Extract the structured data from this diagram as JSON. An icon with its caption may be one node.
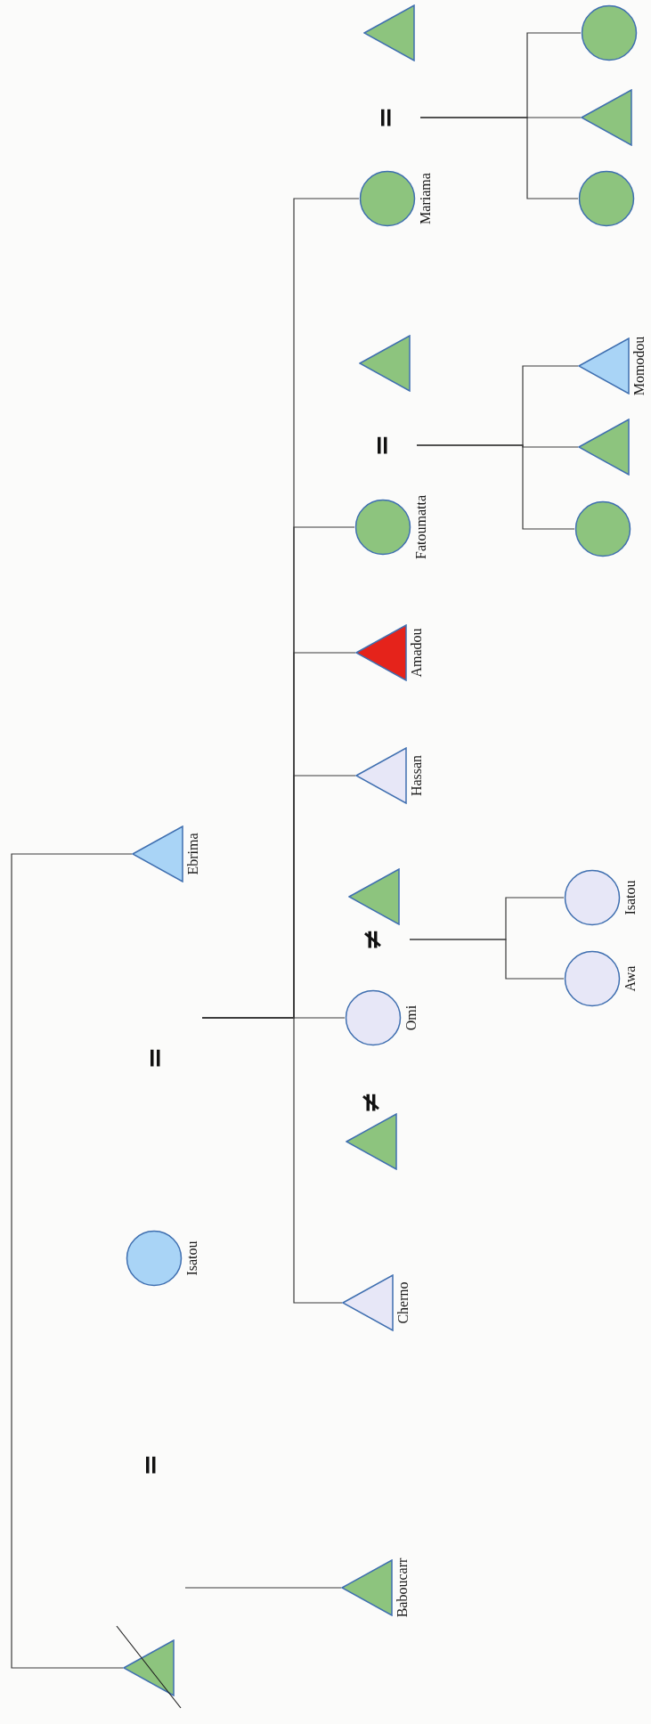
{
  "diagram": {
    "nodes": [
      {
        "text": [],
        "shape": "triangle"
      },
      {
        "text": [],
        "shape": "circle"
      },
      {
        "text": [
          "="
        ]
      },
      {
        "text": [],
        "shape": "triangle"
      },
      {
        "text": [
          "Mariama"
        ]
      },
      {
        "text": [],
        "shape": "circle"
      },
      {
        "text": [],
        "shape": "triangle"
      },
      {
        "text": [
          "Momodou"
        ]
      },
      {
        "text": [
          "="
        ]
      },
      {
        "text": [],
        "shape": "triangle"
      },
      {
        "text": [
          "Fatoumatta"
        ]
      },
      {
        "text": [],
        "shape": "circle"
      },
      {
        "text": [
          "Amadou"
        ]
      },
      {
        "text": [
          "Hassan"
        ]
      },
      {
        "text": [
          "Ebrima"
        ]
      },
      {
        "text": [],
        "shape": "triangle"
      },
      {
        "text": [
          "Isatou"
        ]
      },
      {
        "text": [
          "≠"
        ]
      },
      {
        "text": [
          "Awa"
        ]
      },
      {
        "text": [
          "Omi"
        ]
      },
      {
        "text": [
          "="
        ]
      },
      {
        "text": [
          "≠"
        ]
      },
      {
        "text": [],
        "shape": "triangle"
      },
      {
        "text": [
          "Isatou"
        ]
      },
      {
        "text": [
          "Cherno"
        ]
      },
      {
        "text": [
          "="
        ]
      },
      {
        "text": [
          "Baboucarr"
        ]
      },
      {
        "text": [],
        "shape": "triangle"
      }
    ],
    "edges": [
      {
        "from": 27,
        "to": 14,
        "arrow": "none"
      },
      {
        "from": null,
        "to": 26,
        "arrow": "none"
      },
      {
        "from": 20,
        "to": 24,
        "arrow": "none"
      },
      {
        "from": 20,
        "to": 19,
        "arrow": "none"
      },
      {
        "from": 20,
        "to": 13,
        "arrow": "none"
      },
      {
        "from": 20,
        "to": 12,
        "arrow": "none"
      },
      {
        "from": 20,
        "to": 10,
        "arrow": "none"
      },
      {
        "from": 20,
        "to": 4,
        "arrow": "none"
      },
      {
        "from": 17,
        "to": 18,
        "arrow": "none"
      },
      {
        "from": 17,
        "to": 16,
        "arrow": "none"
      },
      {
        "from": 8,
        "to": 11,
        "arrow": "none"
      },
      {
        "from": 8,
        "to": 9,
        "arrow": "none"
      },
      {
        "from": 8,
        "to": 7,
        "arrow": "none"
      },
      {
        "from": 2,
        "to": 5,
        "arrow": "none"
      },
      {
        "from": 2,
        "to": 3,
        "arrow": "none"
      },
      {
        "from": 2,
        "to": 1,
        "arrow": "none"
      }
    ]
  }
}
